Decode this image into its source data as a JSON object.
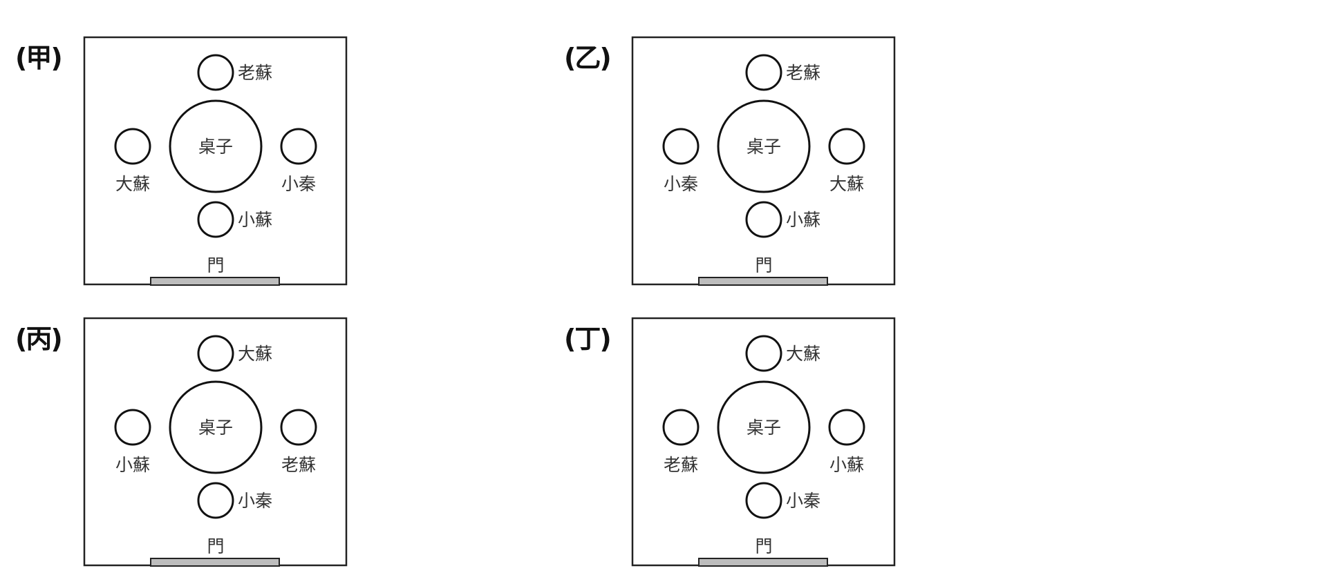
{
  "options": [
    {
      "label": "(甲)",
      "table": "桌子",
      "top": "老蘇",
      "left": "大蘇",
      "right": "小秦",
      "bottom": "小蘇",
      "door": "門"
    },
    {
      "label": "(乙)",
      "table": "桌子",
      "top": "老蘇",
      "left": "小秦",
      "right": "大蘇",
      "bottom": "小蘇",
      "door": "門"
    },
    {
      "label": "(丙)",
      "table": "桌子",
      "top": "大蘇",
      "left": "小蘇",
      "right": "老蘇",
      "bottom": "小秦",
      "door": "門"
    },
    {
      "label": "(丁)",
      "table": "桌子",
      "top": "大蘇",
      "left": "老蘇",
      "right": "小蘇",
      "bottom": "小秦",
      "door": "門"
    }
  ]
}
